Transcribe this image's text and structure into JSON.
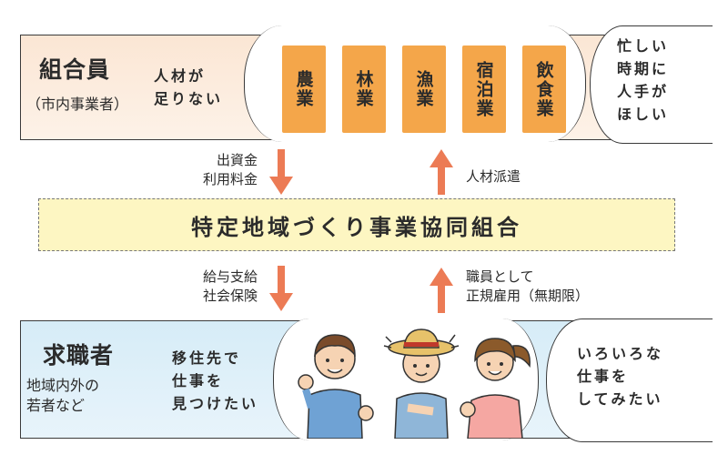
{
  "top": {
    "title": "組合員",
    "subtitle": "（市内事業者）",
    "left_voice": [
      "人材が",
      "足りない"
    ],
    "industries": [
      "農業",
      "林業",
      "漁業",
      "宿泊業",
      "飲食業"
    ],
    "right_voice": [
      "忙しい",
      "時期に",
      "人手が",
      "ほしい"
    ]
  },
  "center": {
    "name": "特定地域づくり事業協同組合"
  },
  "flows": {
    "down1": [
      "出資金",
      "利用料金"
    ],
    "up1": [
      "人材派遣"
    ],
    "down2": [
      "給与支給",
      "社会保険"
    ],
    "up2": [
      "職員として",
      "正規雇用（無期限）"
    ]
  },
  "bottom": {
    "title": "求職者",
    "subtitle": [
      "地域内外の",
      "若者など"
    ],
    "left_voice": [
      "移住先で",
      "仕事を",
      "見つけたい"
    ],
    "right_voice": [
      "いろいろな",
      "仕事を",
      "してみたい"
    ]
  },
  "colors": {
    "top_bg": "#fbe6d4",
    "bottom_bg": "#d6ecf7",
    "tile": "#f4a64a",
    "arrow": "#ec7b55",
    "center_bg": "#fdf6c2"
  }
}
